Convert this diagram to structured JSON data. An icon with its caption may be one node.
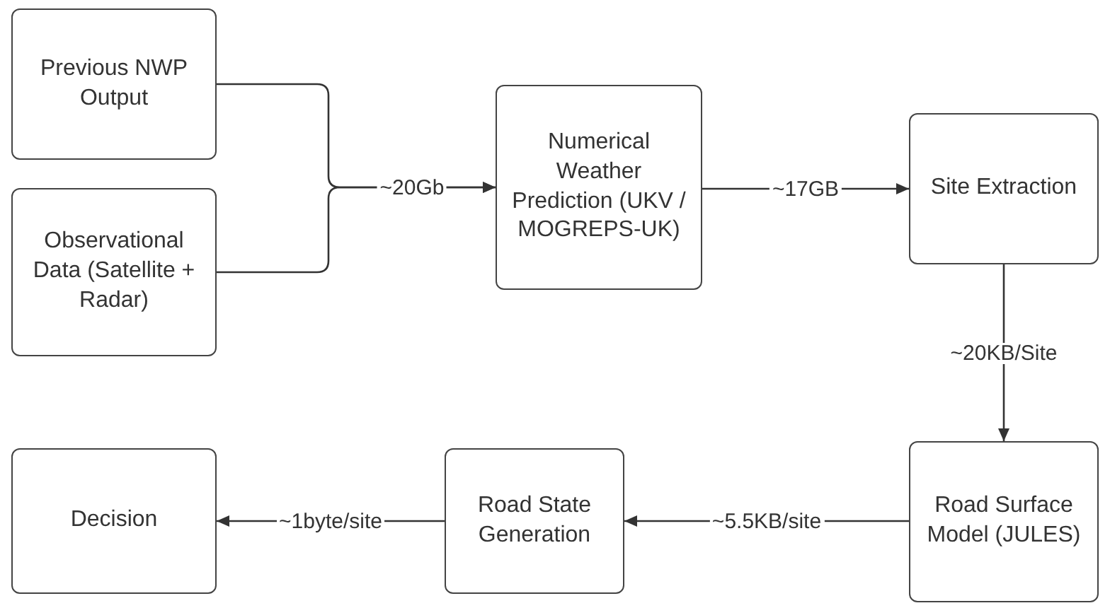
{
  "diagram": {
    "nodes": [
      {
        "text": [
          "Previous NWP Output"
        ]
      },
      {
        "text": [
          "Observational Data (Satellite + Radar)"
        ]
      },
      {
        "text": [
          "Numerical Weather Prediction (UKV / MOGREPS-UK)"
        ]
      },
      {
        "text": [
          "Site Extraction"
        ]
      },
      {
        "text": [
          "Road Surface Model (JULES)"
        ]
      },
      {
        "text": [
          "Road State Generation"
        ]
      },
      {
        "text": [
          "Decision"
        ]
      }
    ],
    "edges": [
      {
        "from": 0,
        "to": 2,
        "arrow": "to",
        "label": "~20Gb"
      },
      {
        "from": 1,
        "to": 2,
        "arrow": "to"
      },
      {
        "from": 2,
        "to": 3,
        "arrow": "to",
        "label": "~17GB"
      },
      {
        "from": 3,
        "to": 4,
        "arrow": "to",
        "label": "~20KB/Site"
      },
      {
        "from": 4,
        "to": 5,
        "arrow": "to",
        "label": "~5.5KB/site"
      },
      {
        "from": 5,
        "to": 6,
        "arrow": "to",
        "label": "~1byte/site"
      }
    ]
  }
}
